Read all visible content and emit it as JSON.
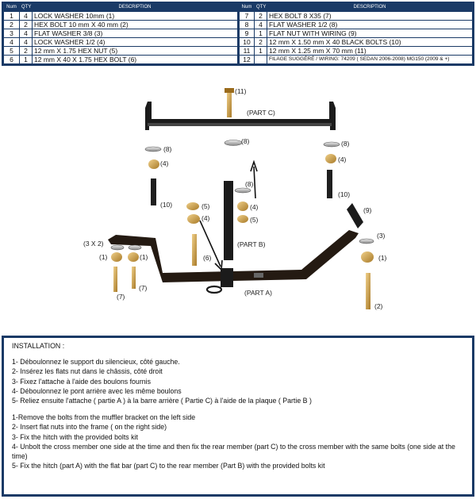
{
  "parts_table": {
    "headers": [
      "Num",
      "QTY",
      "DESCRIPTION",
      "Num",
      "QTY",
      "DESCRIPTION"
    ],
    "rows": [
      {
        "num": "1",
        "qty": "4",
        "desc": "LOCK WASHER 10mm (1)",
        "num2": "7",
        "qty2": "2",
        "desc2": "HEX BOLT 8 X35 (7)"
      },
      {
        "num": "2",
        "qty": "2",
        "desc": "HEX BOLT 10 mm X 40 mm (2)",
        "num2": "8",
        "qty2": "4",
        "desc2": "FLAT WASHER 1/2 (8)"
      },
      {
        "num": "3",
        "qty": "4",
        "desc": "FLAT WASHER 3/8 (3)",
        "num2": "9",
        "qty2": "1",
        "desc2": "FLAT NUT WITH WIRING (9)"
      },
      {
        "num": "4",
        "qty": "4",
        "desc": "LOCK WASHER 1/2 (4)",
        "num2": "10",
        "qty2": "2",
        "desc2": "12 mm X 1.50 mm X 40 BLACK BOLTS (10)"
      },
      {
        "num": "5",
        "qty": "2",
        "desc": "12 mm X 1.75 HEX NUT (5)",
        "num2": "11",
        "qty2": "1",
        "desc2": "12 mm X 1.25 mm X 70 mm (11)"
      },
      {
        "num": "6",
        "qty": "1",
        "desc": "12 mm X 40 X 1.75 HEX BOLT (6)",
        "num2": "12",
        "qty2": "",
        "desc2": "FILAGE SUGGÉRÉ / WIRING: 74209 ( SEDAN 2006-2008) MG150 (2009 & +)"
      }
    ]
  },
  "diagram": {
    "part_c": "(PART C)",
    "part_b": "(PART B)",
    "part_a": "(PART A)",
    "c11": "(11)",
    "c8a": "(8)",
    "c4a": "(4)",
    "c10a": "(10)",
    "c8b": "(8)",
    "c8c": "(8)",
    "c4b": "(4)",
    "c10b": "(10)",
    "c8d": "(8)",
    "c4c": "(4)",
    "c5a": "(5)",
    "c4d": "(4)",
    "c5b": "(5)",
    "c9": "(9)",
    "c3a": "(3)",
    "c3x2": "(3 X 2)",
    "c1a": "(1)",
    "c1b": "(1)",
    "c6": "(6)",
    "c1c": "(1)",
    "c7a": "(7)",
    "c7b": "(7)",
    "c2": "(2)"
  },
  "installation": {
    "title": "INSTALLATION :",
    "fr": [
      "1- Déboulonnez le support du silencieux, côté gauche.",
      "2- Insérez les flats nut dans le châssis, côté droit",
      "3- Fixez l'attache à l'aide des boulons fournis",
      "4- Déboulonnez le pont arrière avec les même boulons",
      "5- Reliez ensuite l'attache ( partie A ) à la barre arrière ( Partie C) à l'aide de la plaque ( Partie B )"
    ],
    "en": [
      "1-Remove the bolts from the muffler bracket on the left side",
      "2- Insert flat nuts into the frame ( on the right side)",
      "3- Fix the hitch with the provided bolts kit",
      "4- Unbolt the cross member one side at the time and then fix the rear member (part C) to the cross member with the same bolts (one side at the time)",
      "5- Fix the hitch (part A) with the flat bar (part C) to the rear member (Part B) with the provided bolts kit"
    ]
  }
}
